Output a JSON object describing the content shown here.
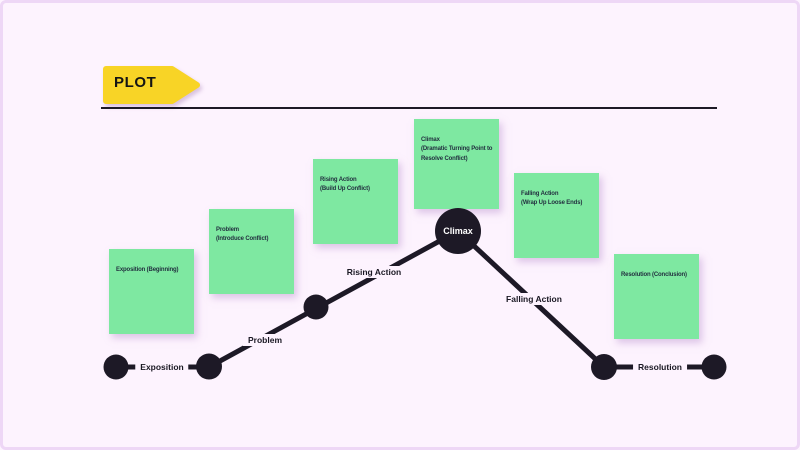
{
  "header": {
    "tag_label": "PLOT"
  },
  "notes": [
    {
      "id": "exposition",
      "text": "Exposition (Beginning)"
    },
    {
      "id": "problem",
      "text": "Problem\n(Introduce Conflict)"
    },
    {
      "id": "rising-action",
      "text": "Rising Action\n(Build Up Conflict)"
    },
    {
      "id": "climax",
      "text": "Climax\n(Dramatic Turning Point to\nResolve Conflict)"
    },
    {
      "id": "falling-action",
      "text": "Falling Action\n(Wrap Up Loose Ends)"
    },
    {
      "id": "resolution",
      "text": "Resolution (Conclusion)"
    }
  ],
  "timeline": {
    "node_labels": {
      "exposition": "Exposition",
      "problem": "Problem",
      "rising_action": "Rising Action",
      "climax": "Climax",
      "falling_action": "Falling Action",
      "resolution": "Resolution"
    }
  },
  "colors": {
    "background": "#fdf3fe",
    "border": "#eed7f6",
    "note_green": "#7ee8a1",
    "ink": "#1d1926",
    "tag_yellow": "#f8d426"
  }
}
